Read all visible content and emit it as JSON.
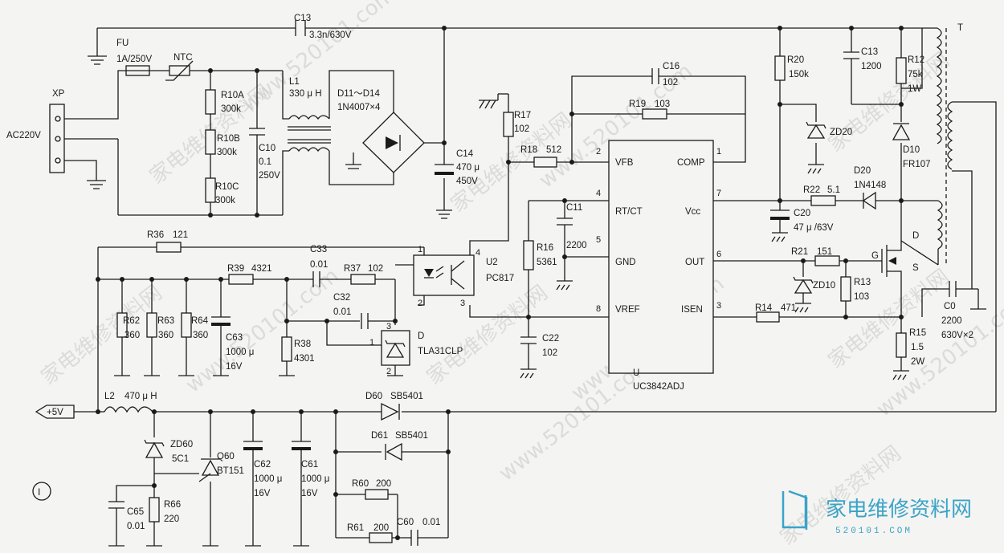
{
  "labels": {
    "c13_top": "C13",
    "c13_top_val": "3.3n/630V",
    "fu": "FU",
    "fu_val": "1A/250V",
    "ntc": "NTC",
    "xp": "XP",
    "ac": "AC220V",
    "r10a": "R10A",
    "r10a_val": "300k",
    "r10b": "R10B",
    "r10b_val": "300k",
    "r10c": "R10C",
    "r10c_val": "300k",
    "c10": "C10",
    "c10_v1": "0.1",
    "c10_v2": "250V",
    "l1": "L1",
    "l1_val": "330 μ H",
    "d11": "D11～D14",
    "d11_val": "1N4007×4",
    "c14": "C14",
    "c14_v1": "470 μ",
    "c14_v2": "450V",
    "r17": "R17",
    "r17_val": "102",
    "r18": "R18",
    "r18_val": "512",
    "c16": "C16",
    "c16_val": "102",
    "r19": "R19",
    "r19_val": "103",
    "r20": "R20",
    "r20_val": "150k",
    "c13b": "C13",
    "c13b_val": "1200",
    "r12": "R12",
    "r12_v1": "75k",
    "r12_v2": "1W",
    "t": "T",
    "zd20": "ZD20",
    "d10": "D10",
    "d10_val": "FR107",
    "d20": "D20",
    "d20_val": "1N4148",
    "r22": "R22",
    "r22_val": "5.1",
    "c20": "C20",
    "c20_val": "47 μ /63V",
    "c11": "C11",
    "c11_val": "2200",
    "r16": "R16",
    "r16_val": "5361",
    "c22": "C22",
    "c22_val": "102",
    "ic_vfb": "VFB",
    "ic_comp": "COMP",
    "ic_rtct": "RT/CT",
    "ic_vcc": "Vcc",
    "ic_gnd": "GND",
    "ic_out": "OUT",
    "ic_vref": "VREF",
    "ic_isen": "ISEN",
    "ic_u": "U",
    "ic_name": "UC3842ADJ",
    "p1": "1",
    "p2": "2",
    "p3": "3",
    "p4": "4",
    "p5": "5",
    "p6": "6",
    "p7": "7",
    "p8": "8",
    "r21": "R21",
    "r21_val": "151",
    "zd10": "ZD10",
    "r13": "R13",
    "r13_val": "103",
    "r14": "R14",
    "r14_val": "471",
    "r15": "R15",
    "r15_v1": "1.5",
    "r15_v2": "2W",
    "c0": "C0",
    "c0_v1": "2200",
    "c0_v2": "630V×2",
    "q_d": "D",
    "q_g": "G",
    "q_s": "S",
    "r36": "R36",
    "r36_val": "121",
    "r39": "R39",
    "r39_val": "4321",
    "c33": "C33",
    "c33_val": "0.01",
    "r37": "R37",
    "r37_val": "102",
    "c32": "C32",
    "c32_val": "0.01",
    "u2": "U2",
    "u2_val": "PC817",
    "d_tl": "D",
    "d_tl_val": "TLA31CLP",
    "r62": "R62",
    "r62_val": "360",
    "r63": "R63",
    "r63_val": "360",
    "r64": "R64",
    "r64_val": "360",
    "c63": "C63",
    "c63_v1": "1000 μ",
    "c63_v2": "16V",
    "r38": "R38",
    "r38_val": "4301",
    "plus5": "+5V",
    "l2": "L2",
    "l2_val": "470 μ H",
    "d60": "D60",
    "d60_val": "SB5401",
    "d61": "D61",
    "d61_val": "SB5401",
    "zd60": "ZD60",
    "zd60_val": "5C1",
    "q60": "Q60",
    "q60_val": "BT151",
    "c62": "C62",
    "c62_v1": "1000 μ",
    "c62_v2": "16V",
    "c61": "C61",
    "c61_v1": "1000 μ",
    "c61_v2": "16V",
    "r60": "R60",
    "r60_val": "200",
    "r61": "R61",
    "r61_val": "200",
    "c60": "C60",
    "c60_val": "0.01",
    "c65": "C65",
    "c65_val": "0.01",
    "r66": "R66",
    "r66_val": "220",
    "fig_no": "Ⅰ"
  },
  "watermark": {
    "text1": "家电维修资料网",
    "text2": "www.520101.com"
  },
  "logo": {
    "title": "家电维修资料网",
    "url": "520101.COM",
    "color": "#3aa3c8"
  }
}
